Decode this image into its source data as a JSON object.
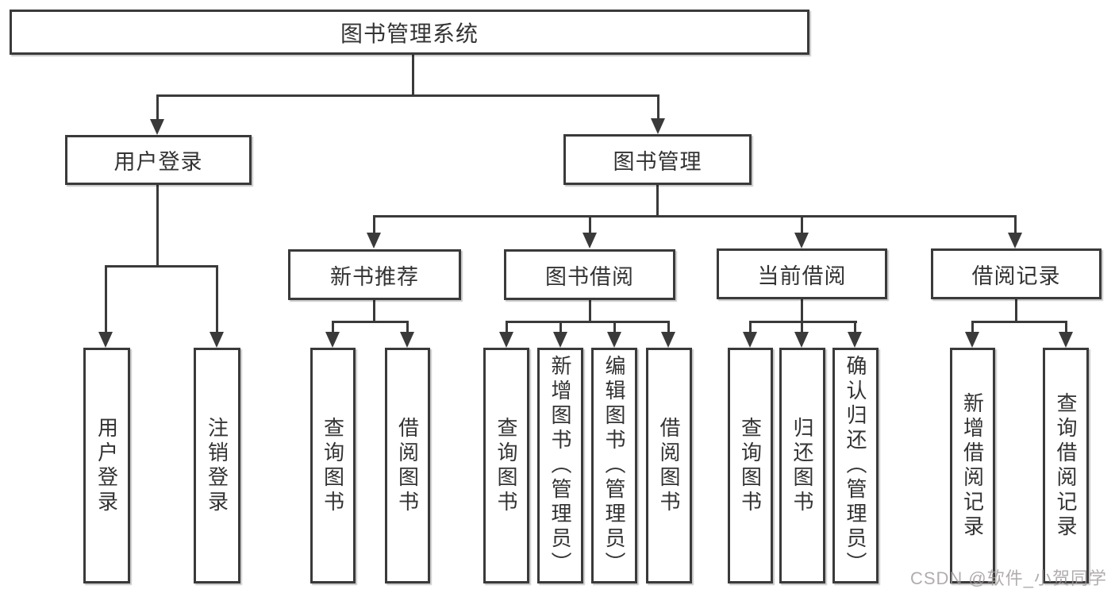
{
  "tree": {
    "root": {
      "label": "图书管理系统"
    },
    "branches": [
      {
        "label": "用户登录",
        "children": [
          {
            "label": "用户登录"
          },
          {
            "label": "注销登录"
          }
        ]
      },
      {
        "label": "图书管理",
        "children": [
          {
            "label": "新书推荐",
            "children": [
              {
                "label": "查询图书"
              },
              {
                "label": "借阅图书"
              }
            ]
          },
          {
            "label": "图书借阅",
            "children": [
              {
                "label": "查询图书"
              },
              {
                "label": "新增图书（管理员）"
              },
              {
                "label": "编辑图书（管理员）"
              },
              {
                "label": "借阅图书"
              }
            ]
          },
          {
            "label": "当前借阅",
            "children": [
              {
                "label": "查询图书"
              },
              {
                "label": "归还图书"
              },
              {
                "label": "确认归还（管理员）"
              }
            ]
          },
          {
            "label": "借阅记录",
            "children": [
              {
                "label": "新增借阅记录"
              },
              {
                "label": "查询借阅记录"
              }
            ]
          }
        ]
      }
    ]
  },
  "watermark": {
    "text": "CSDN @软件_小贺同学"
  },
  "colors": {
    "line": "#3a3a3a",
    "text": "#333333",
    "watermark": "#9e9898",
    "background": "#ffffff"
  }
}
